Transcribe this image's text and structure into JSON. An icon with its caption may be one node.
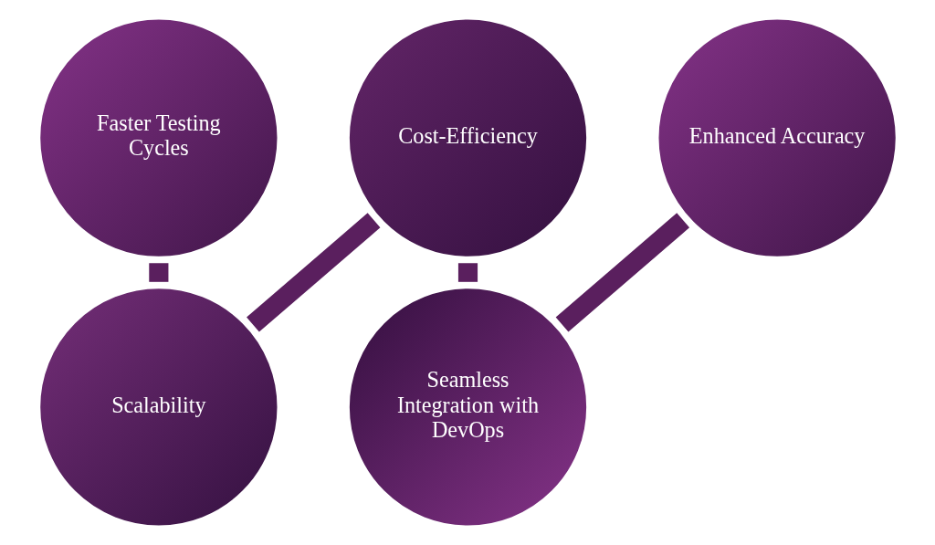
{
  "diagram": {
    "nodes": [
      {
        "text": [
          "Faster Testing Cycles"
        ]
      },
      {
        "text": [
          "Scalability"
        ]
      },
      {
        "text": [
          "Cost-Efficiency"
        ]
      },
      {
        "text": [
          "Seamless Integration with DevOps"
        ]
      },
      {
        "text": [
          "Enhanced Accuracy"
        ]
      }
    ],
    "edges": [
      {
        "from": 0,
        "to": 1,
        "arrow": "none"
      },
      {
        "from": 1,
        "to": 2,
        "arrow": "none"
      },
      {
        "from": 2,
        "to": 3,
        "arrow": "none"
      },
      {
        "from": 3,
        "to": 4,
        "arrow": "none"
      }
    ]
  }
}
